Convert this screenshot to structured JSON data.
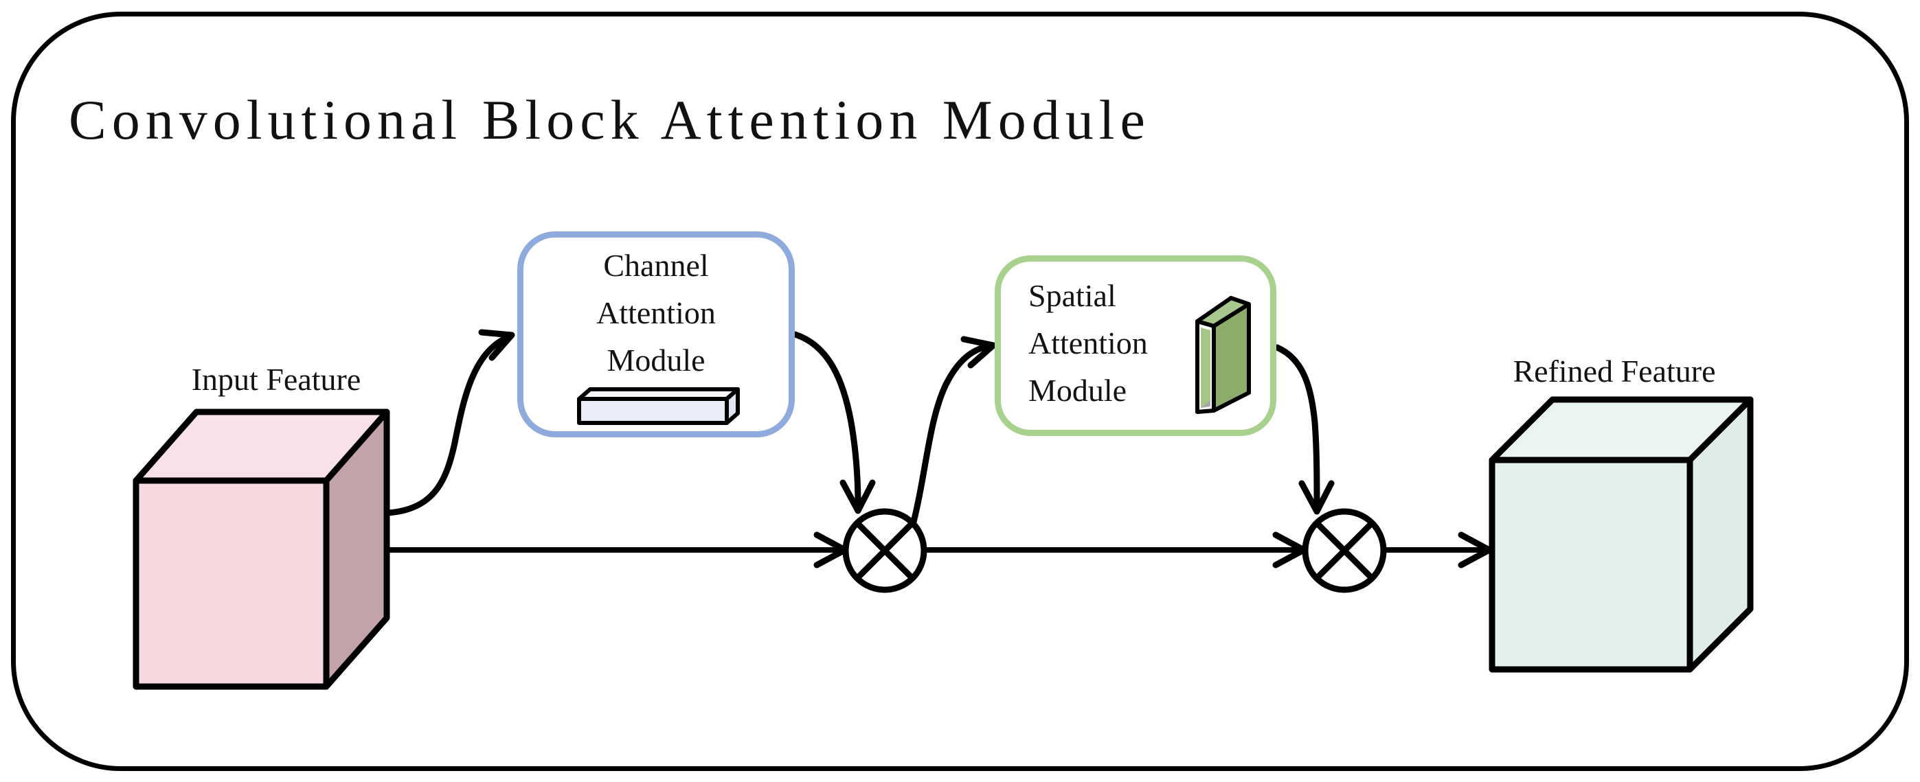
{
  "title": "Convolutional Block Attention Module",
  "labels": {
    "input_feature": "Input Feature",
    "refined_feature": "Refined Feature"
  },
  "modules": {
    "channel": {
      "lines": [
        "Channel",
        "Attention",
        "Module"
      ],
      "border_color": "#8FAADC"
    },
    "spatial": {
      "lines": [
        "Spatial",
        "Attention",
        "Module"
      ],
      "border_color": "#A9D18E"
    }
  },
  "operators": {
    "multiply_symbol": "⊗",
    "count": 2
  },
  "colors": {
    "frame_border": "#000000",
    "input_cube_front": "#F6D8DF",
    "input_cube_side": "#C2A3A9",
    "input_cube_top": "#F8E2E7",
    "refined_cube_front": "#E4F0EE",
    "refined_cube_side": "#DFECE9",
    "refined_cube_top": "#EAF4F2",
    "channel_slab_front": "#E9EDF8",
    "channel_slab_top": "#F4F6FB",
    "channel_slab_end": "#DFE4F0",
    "spatial_slab_front": "#A5C687",
    "spatial_slab_side": "#8DAC6C",
    "spatial_slab_top": "#A8C78C",
    "line_color": "#000000"
  }
}
